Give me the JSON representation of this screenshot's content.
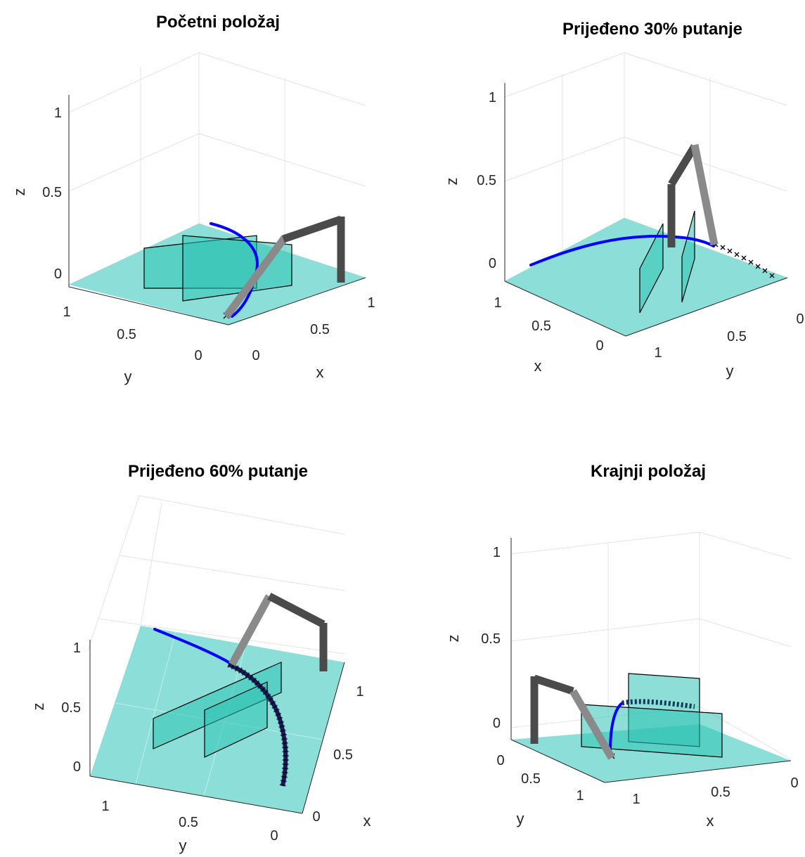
{
  "chart_data": [
    {
      "type": "3d-line",
      "title": "Početni položaj",
      "xlabel": "x",
      "ylabel": "y",
      "zlabel": "z",
      "z_ticks": [
        "0",
        "0.5",
        "1"
      ],
      "y_ticks": [
        "1",
        "0.5",
        "0"
      ],
      "x_ticks": [
        "0",
        "0.5",
        "1"
      ],
      "grid": true
    },
    {
      "type": "3d-line",
      "title": "Prijeđeno 30% putanje",
      "xlabel": "x",
      "ylabel": "y",
      "zlabel": "z",
      "z_ticks": [
        "0",
        "0.5",
        "1"
      ],
      "x_ticks": [
        "1",
        "0.5",
        "0"
      ],
      "y_ticks": [
        "1",
        "0.5",
        "0"
      ],
      "grid": true
    },
    {
      "type": "3d-line",
      "title": "Prijeđeno 60% putanje",
      "xlabel": "x",
      "ylabel": "y",
      "zlabel": "z",
      "z_ticks": [
        "0",
        "0.5",
        "1"
      ],
      "y_ticks": [
        "1",
        "0.5",
        "0"
      ],
      "x_ticks": [
        "0",
        "0.5",
        "1"
      ],
      "grid": true
    },
    {
      "type": "3d-line",
      "title": "Krajnji položaj",
      "xlabel": "x",
      "ylabel": "y",
      "zlabel": "z",
      "z_ticks": [
        "0",
        "0.5",
        "1"
      ],
      "y_ticks": [
        "0",
        "0.5",
        "1"
      ],
      "x_ticks": [
        "1",
        "0.5",
        "0"
      ],
      "grid": true
    }
  ],
  "colors": {
    "trajectory": "#0000ff",
    "floor": "#5fd3c9",
    "obstacle_plane": "#2ec3b4",
    "link_dark": "#4a4a4a",
    "link_light": "#8a8a8a"
  }
}
